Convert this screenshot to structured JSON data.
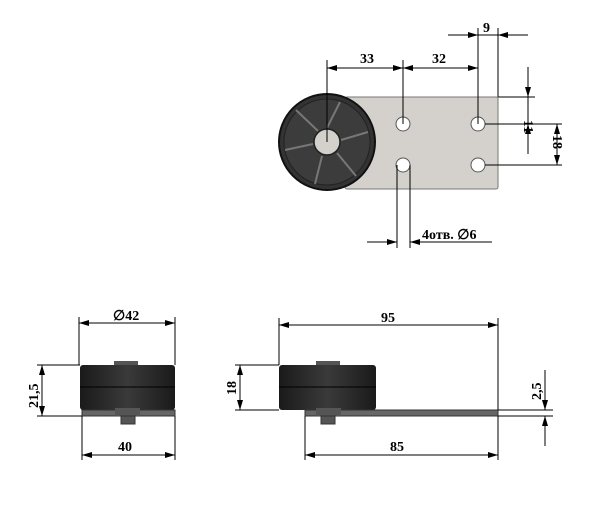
{
  "drawing": {
    "top_view": {
      "dims": {
        "d33": "33",
        "d32": "32",
        "d9": "9",
        "d11": "11",
        "d18": "18",
        "holes": "4отв. ∅6"
      }
    },
    "side_view_left": {
      "dims": {
        "diameter": "∅42",
        "height": "21,5",
        "width": "40"
      }
    },
    "side_view_right": {
      "dims": {
        "length": "95",
        "height": "18",
        "plate_length": "85",
        "thickness": "2,5"
      }
    },
    "colors": {
      "plate": "#d4d1cc",
      "wheel": "#2a2a2a",
      "line": "#000000"
    }
  }
}
